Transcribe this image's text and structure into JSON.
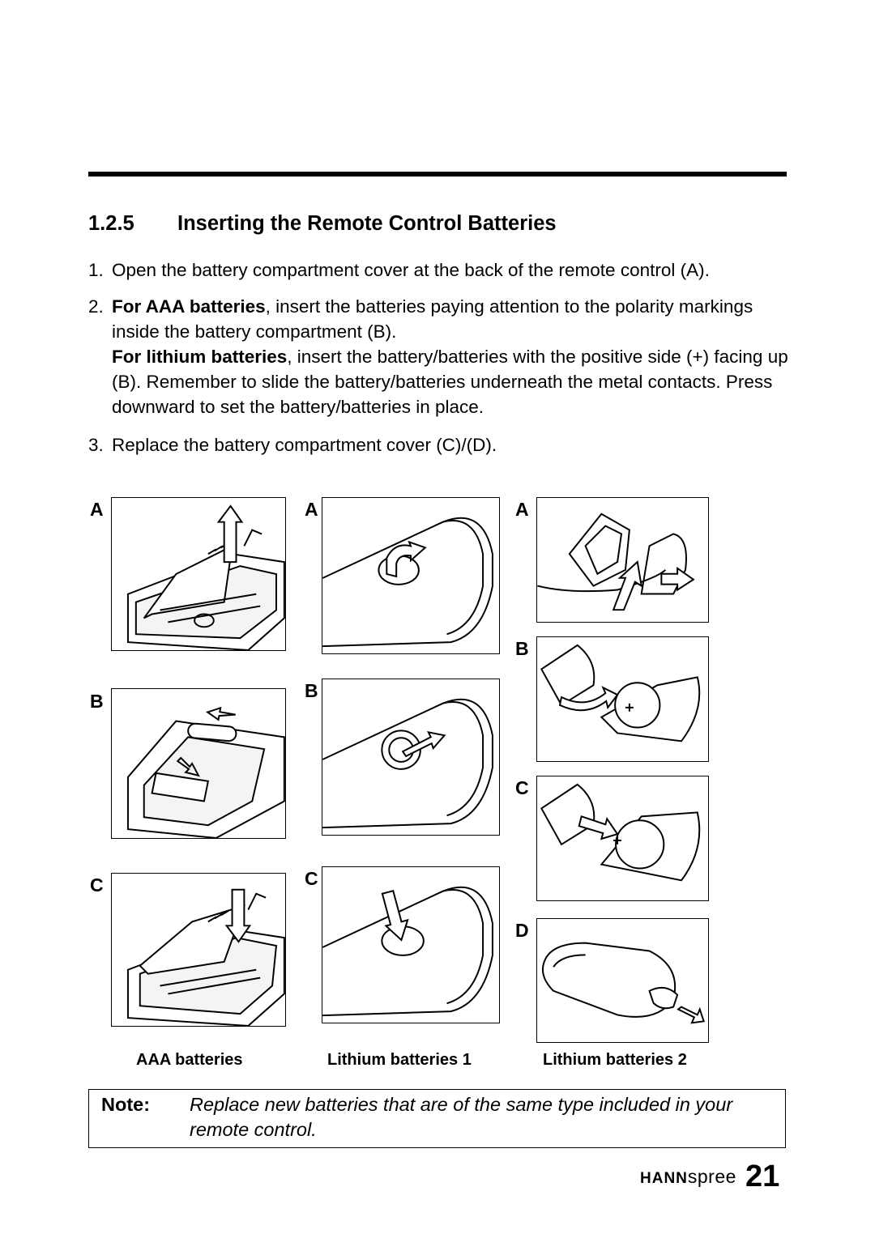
{
  "section": {
    "number": "1.2.5",
    "title": "Inserting the Remote Control Batteries"
  },
  "steps": [
    {
      "num": "1.",
      "text": "Open the battery compartment cover at the back of the remote control (A)."
    },
    {
      "num": "2.",
      "aaa_bold": "For AAA batteries",
      "aaa_text": ", insert the batteries paying attention to the polarity markings inside the battery compartment (B).",
      "lithium_bold": "For lithium batteries",
      "lithium_text": ", insert the battery/batteries with the positive side (+) facing up (B). Remember to slide the battery/batteries underneath the metal contacts. Press downward to set the battery/batteries in place."
    },
    {
      "num": "3.",
      "text": "Replace the battery compartment cover (C)/(D)."
    }
  ],
  "figures": {
    "aaa": {
      "caption": "AAA batteries",
      "labels": [
        "A",
        "B",
        "C"
      ]
    },
    "lithium1": {
      "caption": "Lithium batteries 1",
      "labels": [
        "A",
        "B",
        "C"
      ]
    },
    "lithium2": {
      "caption": "Lithium batteries 2",
      "labels": [
        "A",
        "B",
        "C",
        "D"
      ]
    }
  },
  "note": {
    "label": "Note:",
    "text": "Replace new batteries that are of the same type included in your remote control."
  },
  "footer": {
    "brand_bold": "HANN",
    "brand_light": "spree",
    "page_number": "21"
  }
}
